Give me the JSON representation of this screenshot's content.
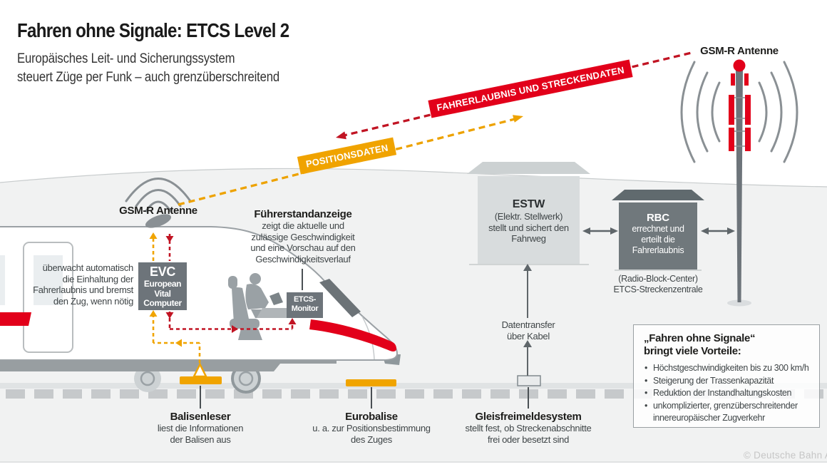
{
  "header": {
    "title": "Fahren ohne Signale: ETCS Level 2",
    "subtitle": "Europäisches Leit- und Sicherungssystem\nsteuert Züge per Funk – auch grenzüberschreitend"
  },
  "banners": {
    "red": "FAHRERLAUBNIS UND STRECKENDATEN",
    "orange": "POSITIONSDATEN"
  },
  "antenna_mast": {
    "label": "GSM-R Antenne"
  },
  "train": {
    "antenna_label": "GSM-R Antenne",
    "display": {
      "title": "Führerstandanzeige",
      "description": "zeigt die aktuelle und\nzulässige Geschwindigkeit\nund eine Vorschau auf den\nGeschwindigkeitsverlauf"
    },
    "evc": {
      "title": "EVC",
      "subtitle": "European\nVital\nComputer",
      "description": "überwacht automatisch\ndie Einhaltung der\nFahrerlaubnis und bremst\nden Zug, wenn nötig"
    },
    "monitor": {
      "label": "ETCS-\nMonitor"
    }
  },
  "estw": {
    "title": "ESTW",
    "description": "(Elektr. Stellwerk)\nstellt und sichert den\nFahrweg"
  },
  "rbc": {
    "title": "RBC",
    "description": "errechnet und\nerteilt die\nFahrerlaubnis",
    "caption": "(Radio-Block-Center)\nETCS-Streckenzentrale"
  },
  "datentransfer": {
    "label": "Datentransfer\nüber Kabel"
  },
  "gleisfreimeldesystem": {
    "title": "Gleisfreimeldesystem",
    "description": "stellt fest, ob Streckenabschnitte\nfrei oder besetzt sind"
  },
  "balisenleser": {
    "title": "Balisenleser",
    "description": "liest die Informationen\nder Balisen aus"
  },
  "eurobalise": {
    "title": "Eurobalise",
    "description": "u. a. zur Positionsbestimmung\ndes Zuges"
  },
  "benefits": {
    "title": "„Fahren ohne Signale“\nbringt viele Vorteile:",
    "items": [
      "Höchstgeschwindigkeiten bis zu 300 km/h",
      "Steigerung der Trassenkapazität",
      "Reduktion der Instandhaltungskosten",
      "unkomplizierter, grenzüberschreitender innereuropäischer Zugverkehr"
    ]
  },
  "copyright": "© Deutsche Bahn A",
  "colors": {
    "red": "#e2001a",
    "orange": "#f0a400",
    "box_gray": "#6d747a",
    "ground": "#f1f2f2"
  }
}
